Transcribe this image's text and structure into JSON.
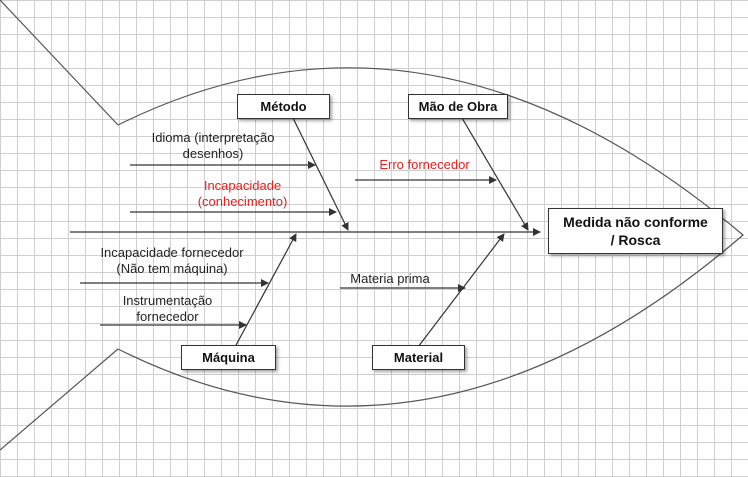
{
  "head": {
    "line1": "Medida não conforme",
    "line2": "/ Rosca"
  },
  "categories": {
    "metodo": "Método",
    "mao_de_obra": "Mão de Obra",
    "maquina": "Máquina",
    "material": "Material"
  },
  "causes": {
    "idioma": {
      "line1": "Idioma (interpretação",
      "line2": "desenhos)"
    },
    "incapacidade": {
      "line1": "Incapacidade",
      "line2": "(conhecimento)"
    },
    "erro_fornecedor": "Erro fornecedor",
    "incapacidade_fornecedor": {
      "line1": "Incapacidade fornecedor",
      "line2": "(Não tem máquina)"
    },
    "instrumentacao": {
      "line1": "Instrumentação",
      "line2": "fornecedor"
    },
    "materia_prima": "Materia prima"
  },
  "colors": {
    "highlight": "#e8201e",
    "line": "#333333"
  }
}
